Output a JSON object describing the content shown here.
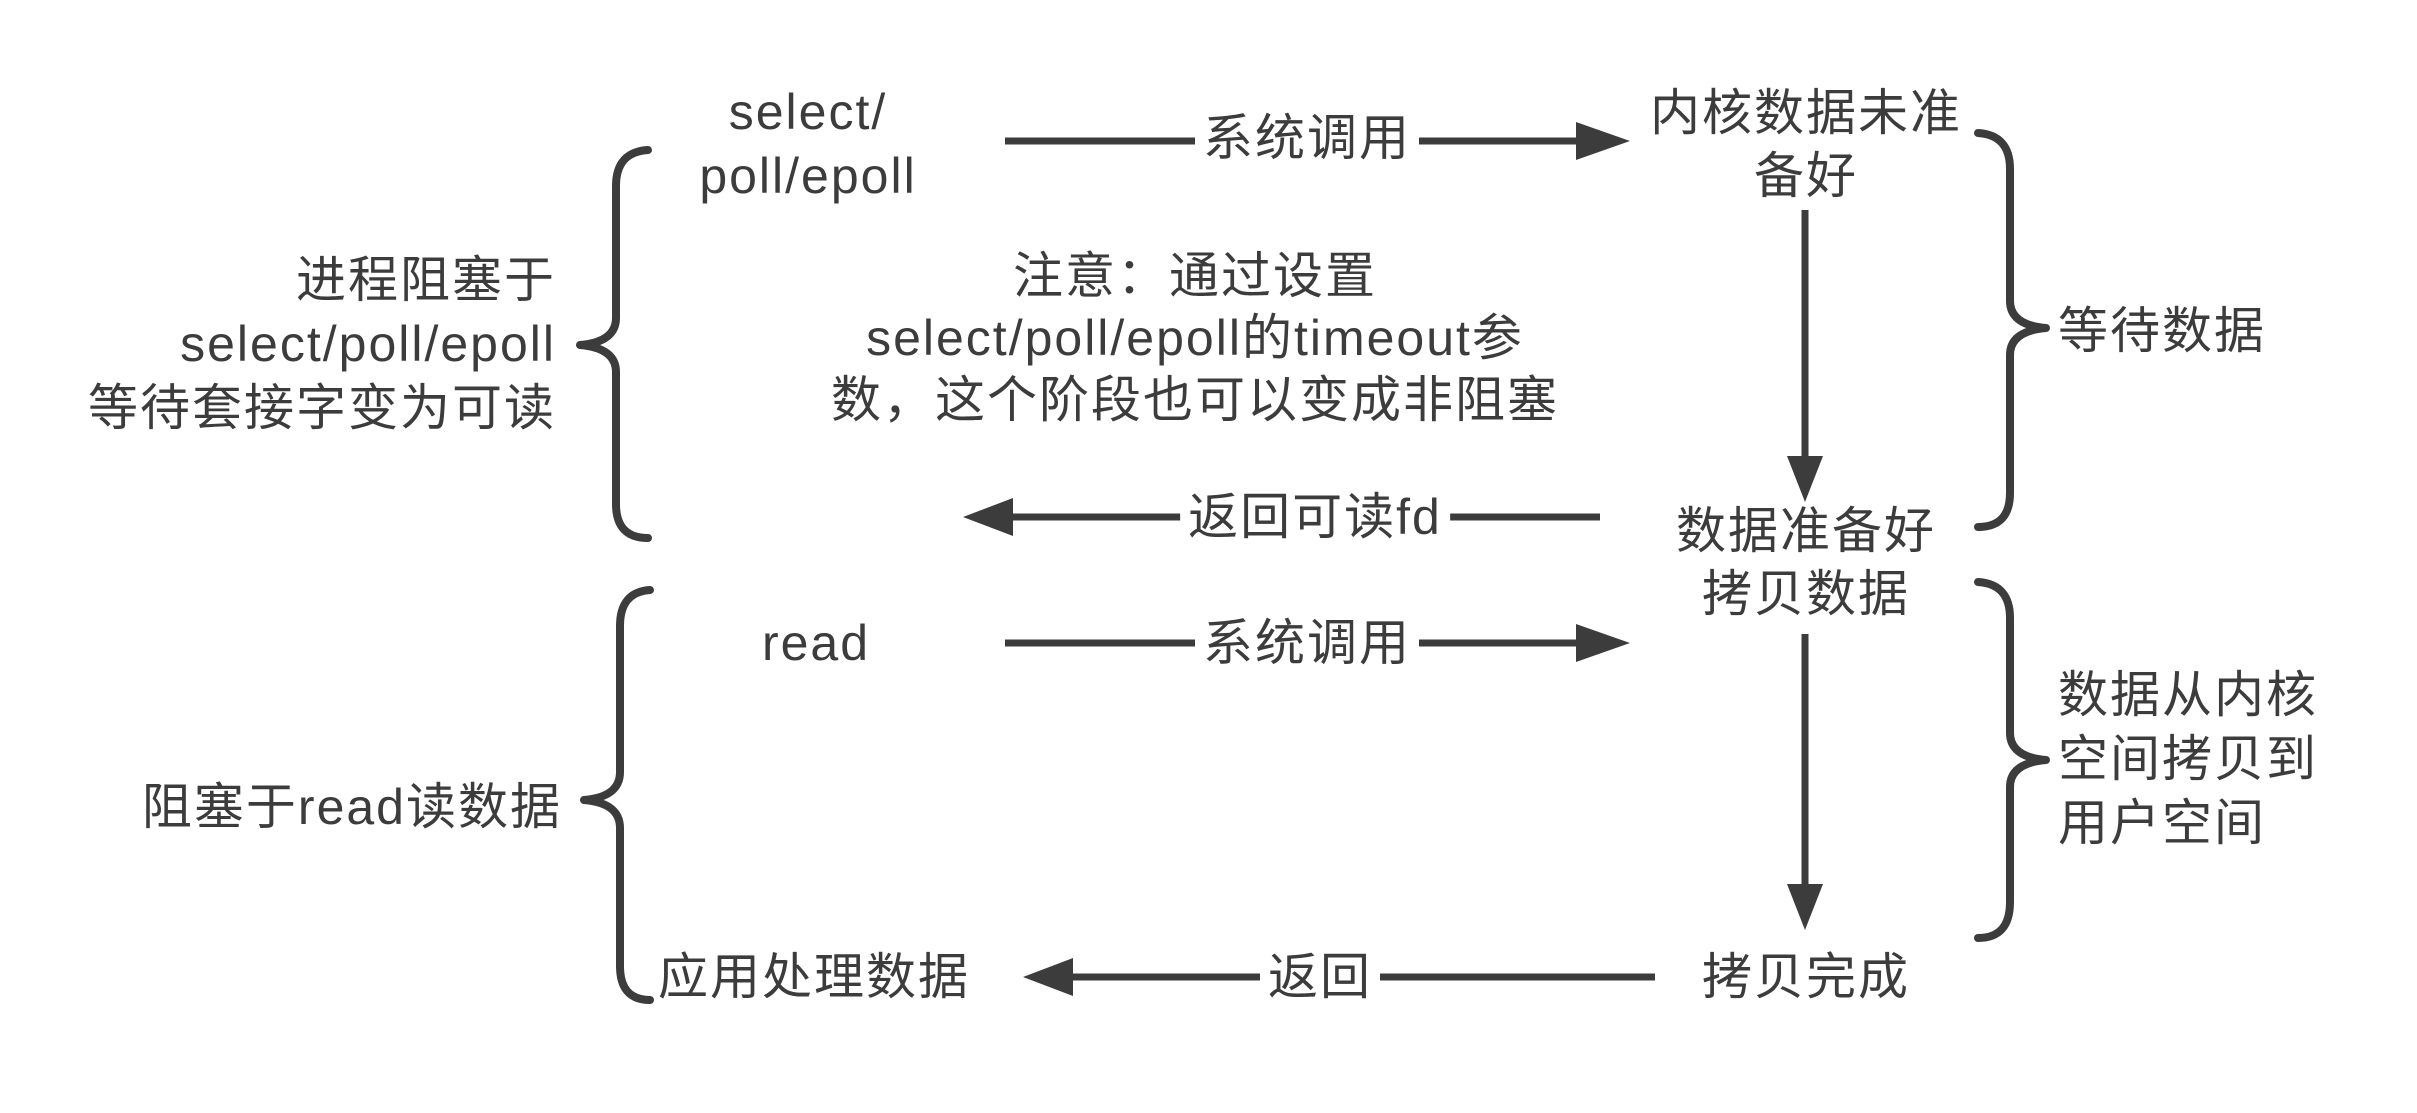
{
  "diagram": {
    "title_hint": "IO multiplexing (select/poll/epoll) blocking flow",
    "ink_color": "#3c3c3c",
    "background_color": "#ffffff",
    "nodes": {
      "select_poll_epoll": "select/\npoll/epoll",
      "kernel_data_not_ready": "内核数据未准\n备好",
      "data_ready_copy": "数据准备好\n拷贝数据",
      "read_call": "read",
      "app_process_data": "应用处理数据",
      "copy_complete": "拷贝完成"
    },
    "arrows": {
      "syscall_1": "系统调用",
      "return_readable_fd": "返回可读fd",
      "syscall_2": "系统调用",
      "return_2": "返回"
    },
    "side_labels": {
      "block_select": "进程阻塞于\nselect/poll/epoll\n等待套接字变为可读",
      "block_read": "阻塞于read读数据",
      "wait_data": "等待数据",
      "copy_kernel_to_user": "数据从内核\n空间拷贝到\n用户空间"
    },
    "note": "注意：通过设置\nselect/poll/epoll的timeout参\n数，这个阶段也可以变成非阻塞"
  }
}
